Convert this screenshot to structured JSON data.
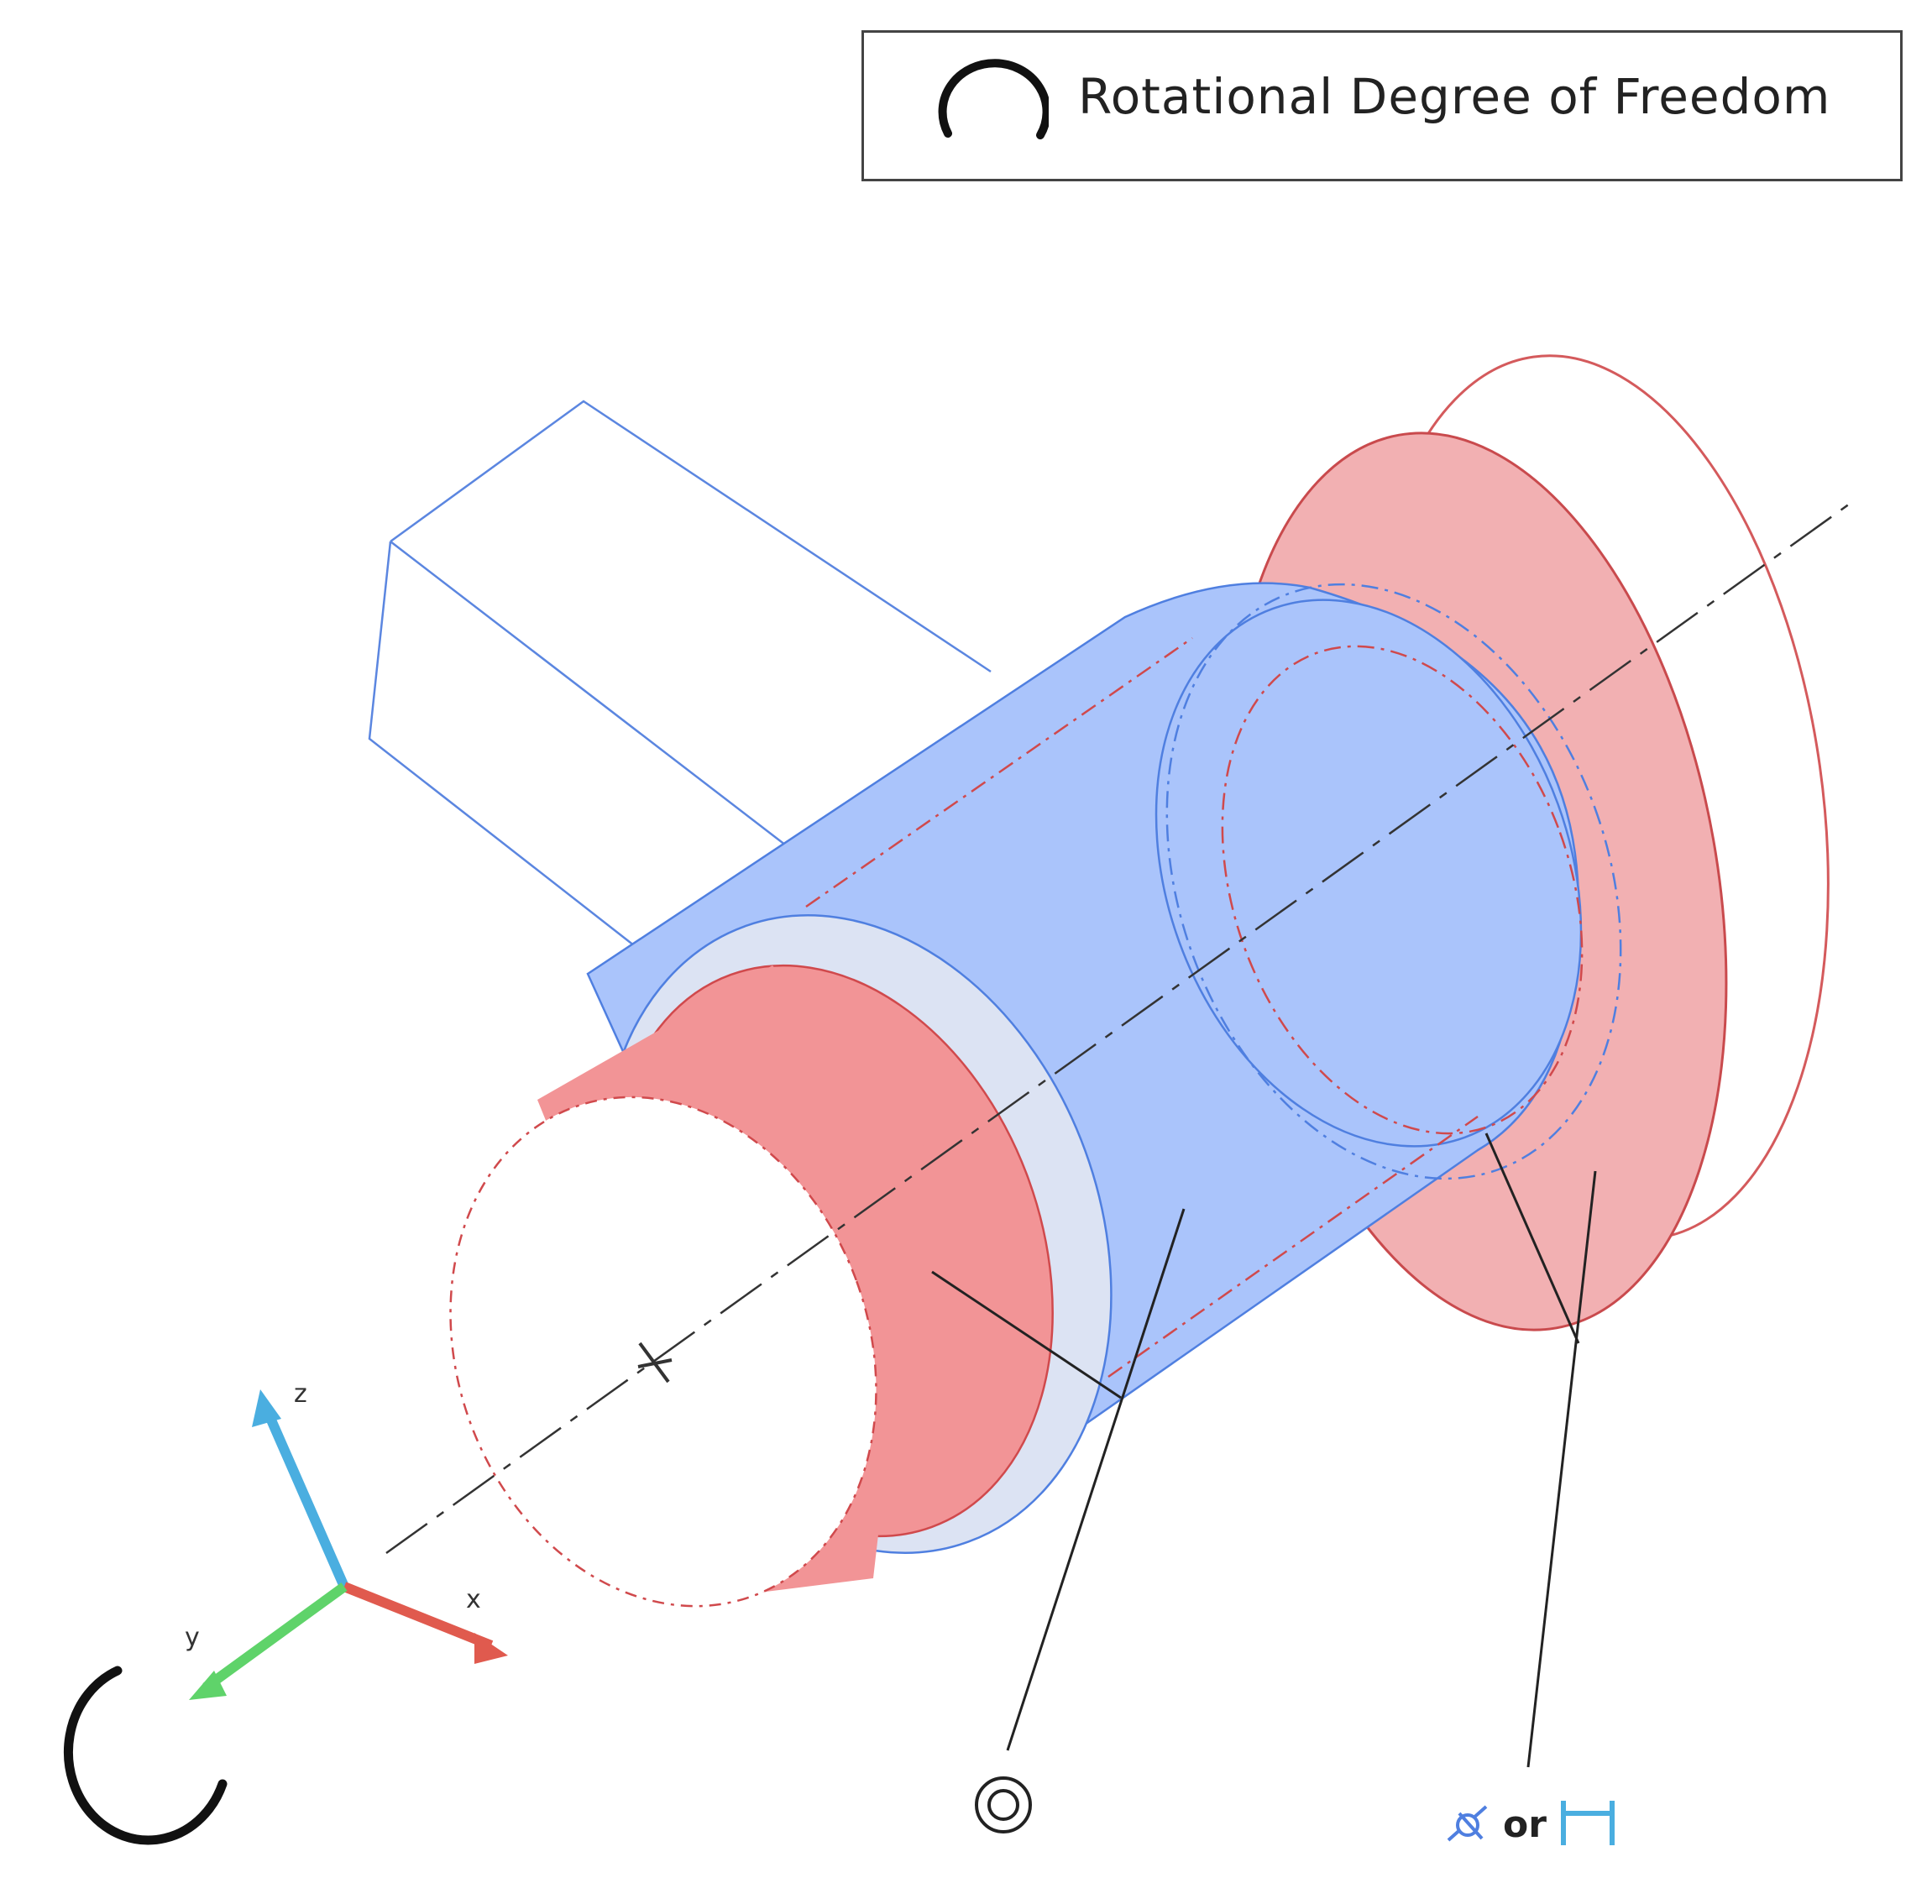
{
  "legend": {
    "label": "Rotational Degree of Freedom",
    "icon": "rotation-arc-icon"
  },
  "axes": {
    "x_label": "x",
    "y_label": "y",
    "z_label": "z",
    "colors": {
      "x": "#e05a4e",
      "y": "#5fd36a",
      "z": "#4aaee0"
    }
  },
  "annotations": {
    "concentricity_symbol": "concentricity-icon",
    "angularity_symbol": "angularity-icon",
    "or_text": "or",
    "distance_symbol": "distance-icon"
  },
  "colors": {
    "red_part_fill": "#f0a0a3",
    "red_part_stroke": "#d0494c",
    "blue_part_fill": "#aac4fb",
    "blue_part_stroke": "#4f7fe0",
    "ring_fill": "#dce3f3"
  },
  "rotation_indicator": "rotation-arc-icon"
}
